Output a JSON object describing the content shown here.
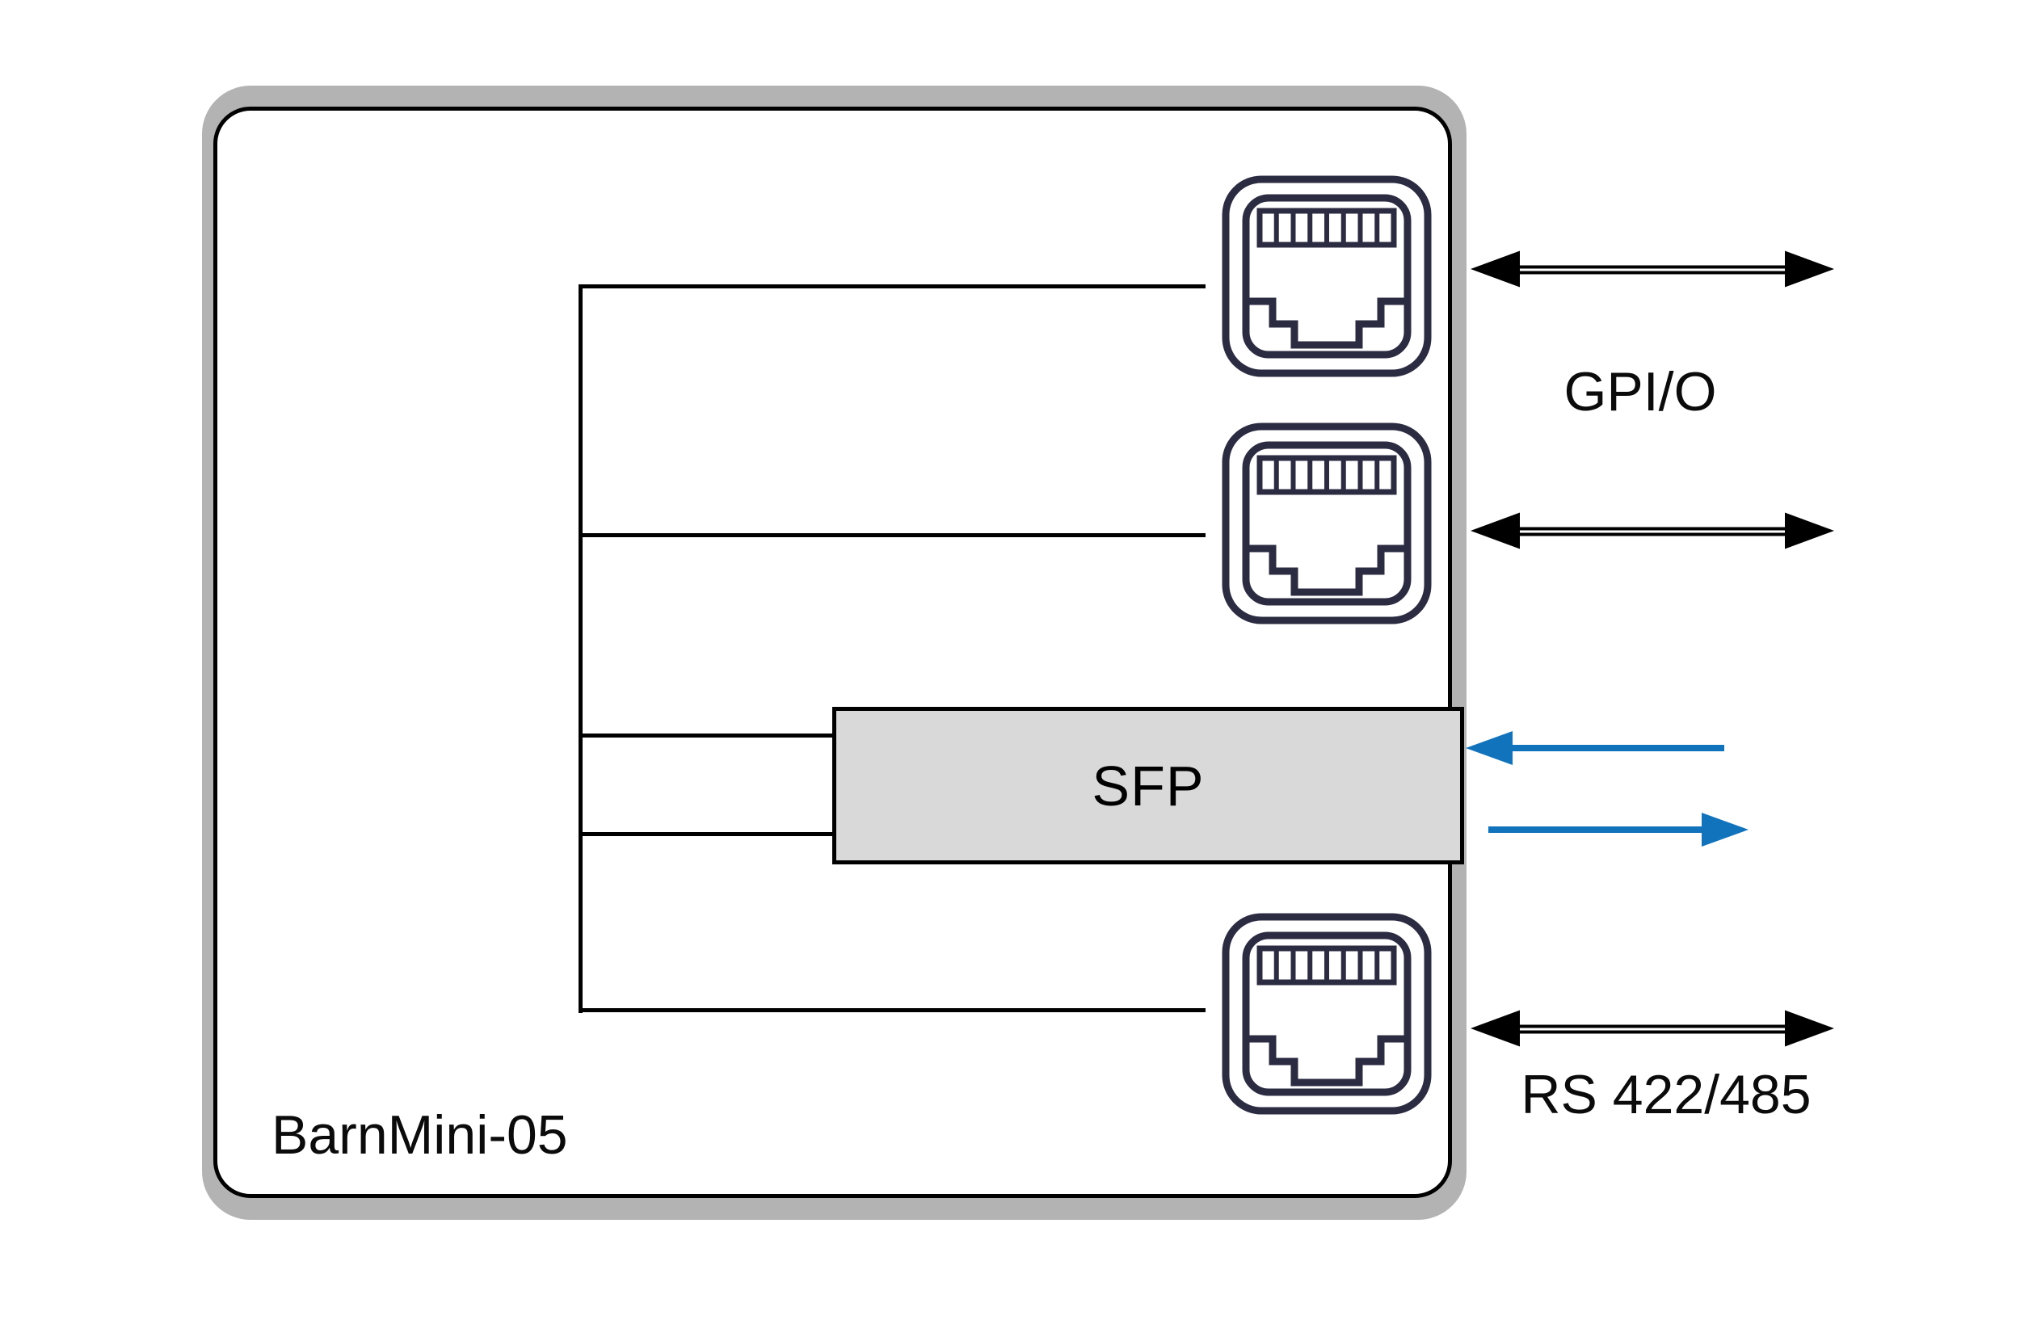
{
  "device": {
    "label": "BarnMini-05",
    "sfp": {
      "label": "SFP"
    }
  },
  "annotations": {
    "gpio_label": "GPI/O",
    "serial_label": "RS 422/485"
  },
  "ports": {
    "rj45_count": 3,
    "rj45_icon": "rj45-port-icon"
  },
  "arrows": {
    "gpio_top": "bidirectional",
    "gpio_bottom": "bidirectional",
    "serial": "bidirectional",
    "sfp_rx": "in-left",
    "sfp_tx": "out-right"
  },
  "colors": {
    "accent_blue": "#1273bd",
    "casing_gray": "#b3b3b3",
    "sfp_fill": "#d9d9d9",
    "rj45_stroke": "#2b2b42",
    "line_black": "#000000"
  }
}
